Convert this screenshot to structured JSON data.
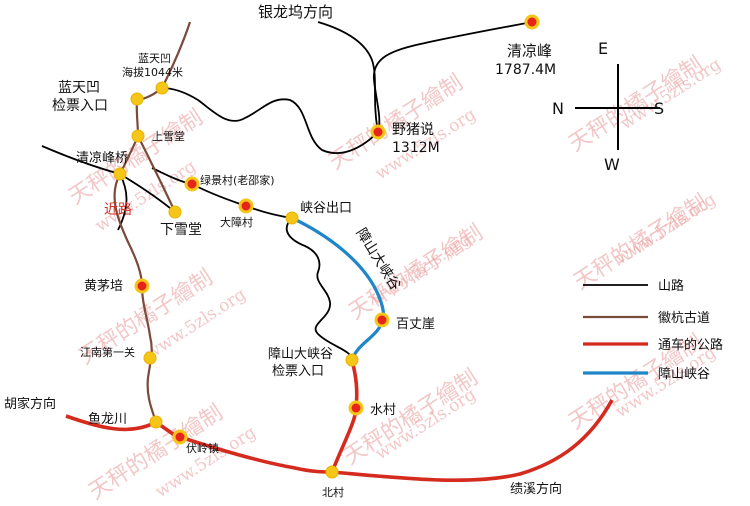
{
  "labels": {
    "yinlongwu": "银龙坞方向",
    "qingliangfeng": "清凉峰",
    "qingliangfeng_alt": "1787.4M",
    "lantianao": "蓝天凹",
    "lantianao_alt": "海拔1044米",
    "lantianao_ticket_1": "蓝天凹",
    "lantianao_ticket_2": "检票入口",
    "shangxuetang": "上雪堂",
    "yezhushuo": "野猪说",
    "yezhushuo_alt": "1312M",
    "qingliangfengqiao": "清凉峰桥",
    "lvjingcun": "绿景村(老邵家)",
    "jinlu": "近路",
    "xiaxuetang": "下雪堂",
    "dazhangcun": "大障村",
    "xiaguchukou": "峡谷出口",
    "zhangshan_canyon": "障山大峡谷",
    "huangmaopei": "黄茅培",
    "baizhangya": "百丈崖",
    "jiangnandiyiguan": "江南第一关",
    "canyon_ticket_1": "障山大峡谷",
    "canyon_ticket_2": "检票入口",
    "hujia": "胡家方向",
    "yulongchuan": "鱼龙川",
    "shuicun": "水村",
    "fulingzhen": "伏岭镇",
    "beicun": "北村",
    "jixi": "绩溪方向"
  },
  "compass": {
    "e": "E",
    "n": "N",
    "s": "S",
    "w": "W"
  },
  "legend": [
    {
      "label": "山路",
      "color": "#000000"
    },
    {
      "label": "徽杭古道",
      "color": "#7a4a3a"
    },
    {
      "label": "通车的公路",
      "color": "#d42b1e"
    },
    {
      "label": "障山峡谷",
      "color": "#1f86c8"
    }
  ],
  "watermark": {
    "text1": "天秤的橘子繪制",
    "text2": "www.5zls.org"
  },
  "colors": {
    "mountain_path": "#000000",
    "ancient_road": "#7a4a3a",
    "highway": "#d42b1e",
    "canyon": "#1f86c8",
    "node_fill": "#e8231c",
    "node_ring": "#f5c518"
  }
}
